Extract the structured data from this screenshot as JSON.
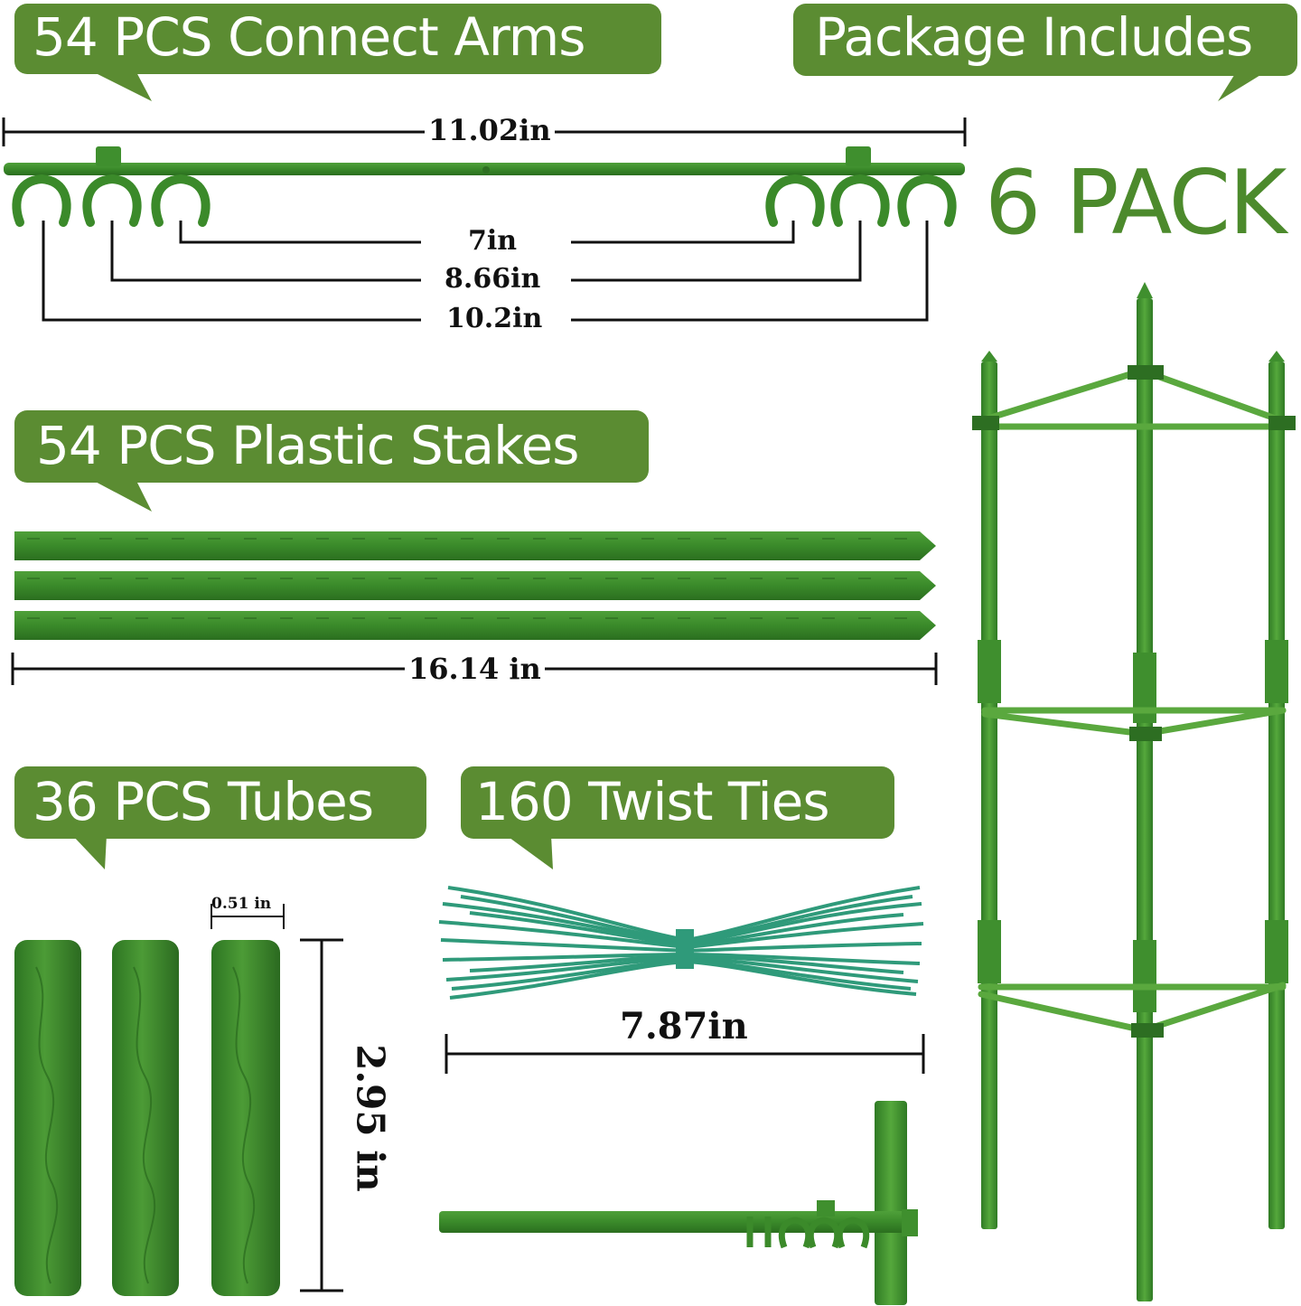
{
  "labels": {
    "connect_arms": "54 PCS Connect Arms",
    "package_includes": "Package Includes",
    "pack_count": "6 PACK",
    "plastic_stakes": "54 PCS Plastic Stakes",
    "tubes": "36 PCS Tubes",
    "twist_ties": "160 Twist Ties"
  },
  "dimensions": {
    "arm_total": "11.02in",
    "arm_inner": "7in",
    "arm_middle": "8.66in",
    "arm_outer": "10.2in",
    "stake_length": "16.14 in",
    "tube_diameter": "0.51 in",
    "tube_length": "2.95 in",
    "tie_length": "7.87in"
  },
  "colors": {
    "bubble": "#5b8c32",
    "plastic_green": "#3f8f2e",
    "plastic_dark": "#2e6f22",
    "tie_teal": "#2f9a7a",
    "text_dark": "#111111"
  }
}
